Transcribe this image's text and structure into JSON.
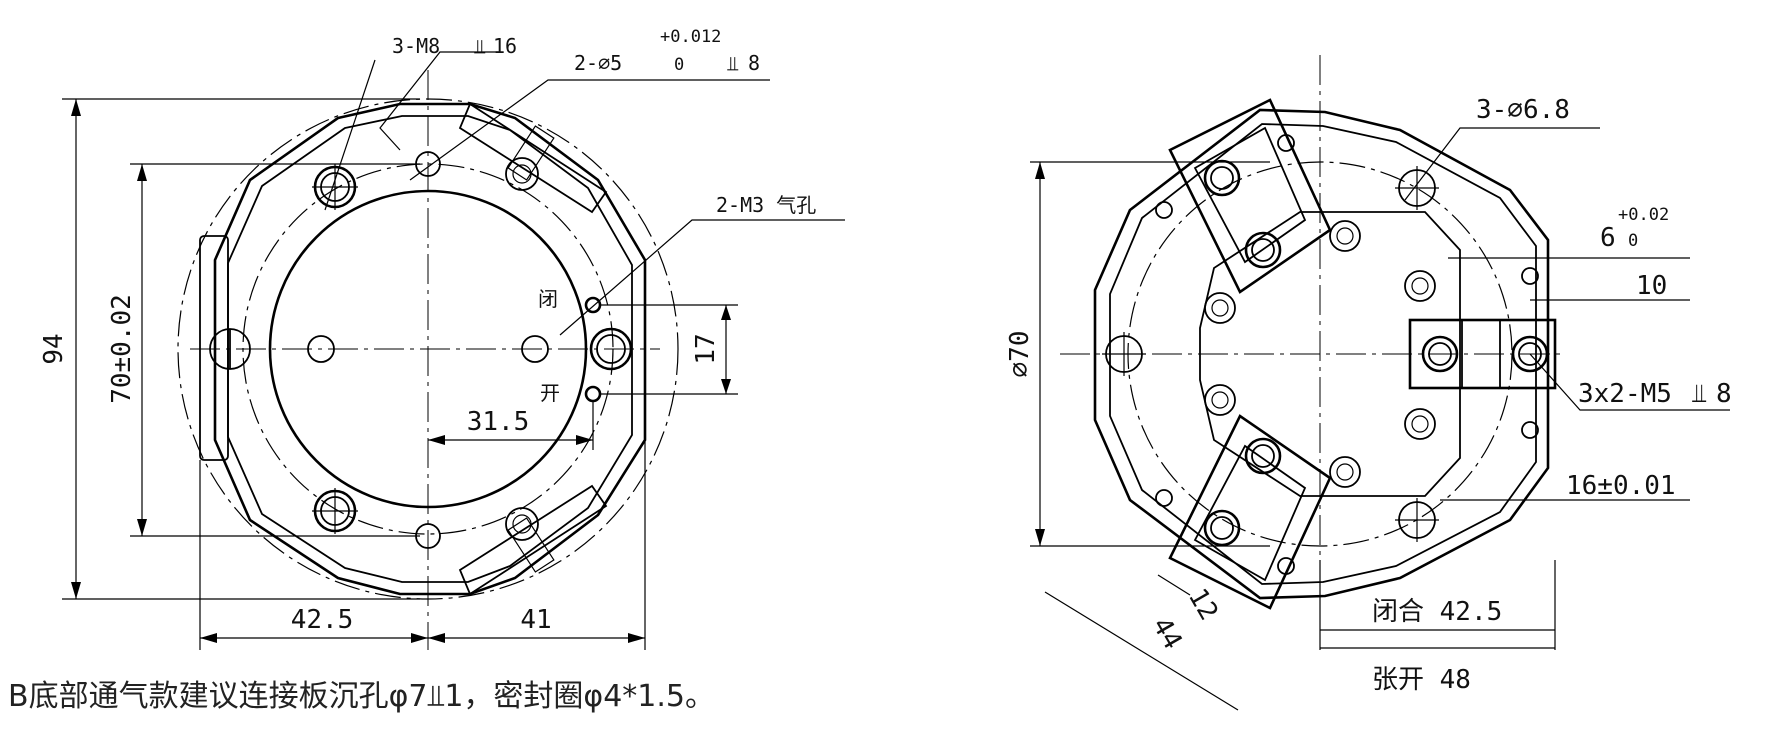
{
  "left_view": {
    "callouts": {
      "m8": "3-M8",
      "m8_depth": "16",
      "pin_hole": "2-⌀5",
      "pin_tol_upper": "+0.012",
      "pin_tol_lower": "0",
      "pin_depth": "8",
      "air_hole": "2-M3 气孔"
    },
    "labels": {
      "close": "闭",
      "open": "开"
    },
    "dims": {
      "height": "94",
      "bolt_span": "70±0.02",
      "port_span": "17",
      "port_offset": "31.5",
      "left_half": "42.5",
      "right_half": "41"
    }
  },
  "right_view": {
    "callouts": {
      "holes": "3-⌀6.8",
      "slot_width": "6",
      "slot_tol_upper": "+0.02",
      "slot_tol_lower": "0",
      "slot_depth": "10",
      "thread": "3x2-M5",
      "thread_depth": "8",
      "jaw_spacing": "16±0.01"
    },
    "dims": {
      "diameter": "⌀70",
      "jaw_width": "12",
      "jaw_length": "44",
      "closed_stroke": "闭合 42.5",
      "open_stroke": "张开 48"
    }
  },
  "note": "B底部通气款建议连接板沉孔φ7⫫1，密封圈φ4*1.5。"
}
